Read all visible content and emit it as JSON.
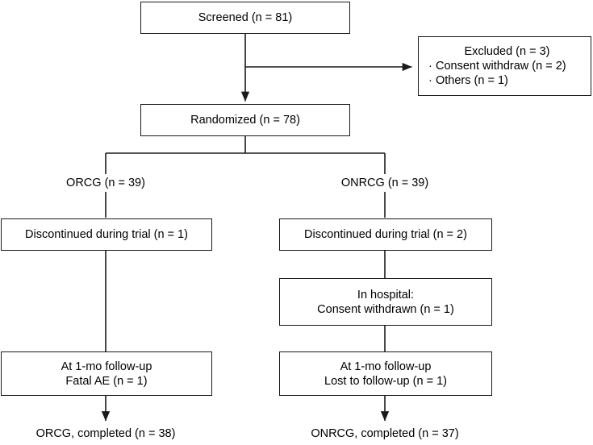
{
  "diagram": {
    "type": "consort-flow-diagram",
    "stroke_color": "#1a1a1a",
    "background_color": "#ffffff",
    "nodes": {
      "screened": {
        "text": "Screened (n = 81)"
      },
      "excluded": {
        "title": "Excluded (n = 3)",
        "items": [
          "Consent withdraw (n = 2)",
          "Others (n = 1)"
        ],
        "bullet": "·"
      },
      "randomized": {
        "text": "Randomized (n = 78)"
      },
      "arm_left_label": {
        "text": "ORCG (n = 39)"
      },
      "arm_right_label": {
        "text": "ONRCG (n = 39)"
      },
      "left_discontinued": {
        "text": "Discontinued during trial (n = 1)"
      },
      "right_discontinued": {
        "text": "Discontinued during trial (n = 2)"
      },
      "right_in_hospital": {
        "line1": "In hospital:",
        "line2": "Consent withdrawn (n = 1)"
      },
      "left_followup": {
        "line1": "At 1-mo follow-up",
        "line2": "Fatal AE (n = 1)"
      },
      "right_followup": {
        "line1": "At 1-mo follow-up",
        "line2": "Lost to follow-up (n = 1)"
      },
      "left_completed": {
        "text": "ORCG, completed (n = 38)"
      },
      "right_completed": {
        "text": "ONRCG, completed (n = 37)"
      }
    }
  }
}
